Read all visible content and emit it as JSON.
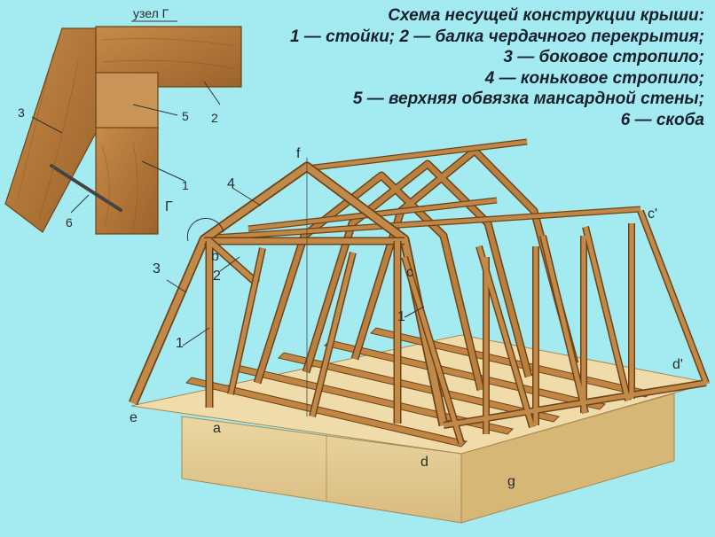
{
  "caption": {
    "title": "Схема несущей конструкции крыши:",
    "legend": [
      "1 — стойки; 2 — балка чердачного перекрытия;",
      "3 — боковое стропило;",
      "4 — коньковое стропило;",
      "5 — верхняя обвязка мансардной стены;",
      "6 — скоба"
    ]
  },
  "detail": {
    "title": "узел Г",
    "labels": {
      "rafter": "3",
      "beam": "2",
      "plate": "5",
      "post": "1",
      "bracket": "6"
    }
  },
  "main": {
    "labels": {
      "f": "f",
      "four": "4",
      "g_node": "Г",
      "b": "b",
      "two": "2",
      "three": "3",
      "one_left": "1",
      "one_mid": "1",
      "c": "c",
      "c_prime": "c'",
      "d_prime": "d'",
      "e": "e",
      "a": "a",
      "d": "d",
      "g": "g"
    }
  },
  "colors": {
    "background": "#a3ebf1",
    "wood": "#b57a3c",
    "wood_dark": "#6e4318",
    "base": "#e5cd95"
  }
}
